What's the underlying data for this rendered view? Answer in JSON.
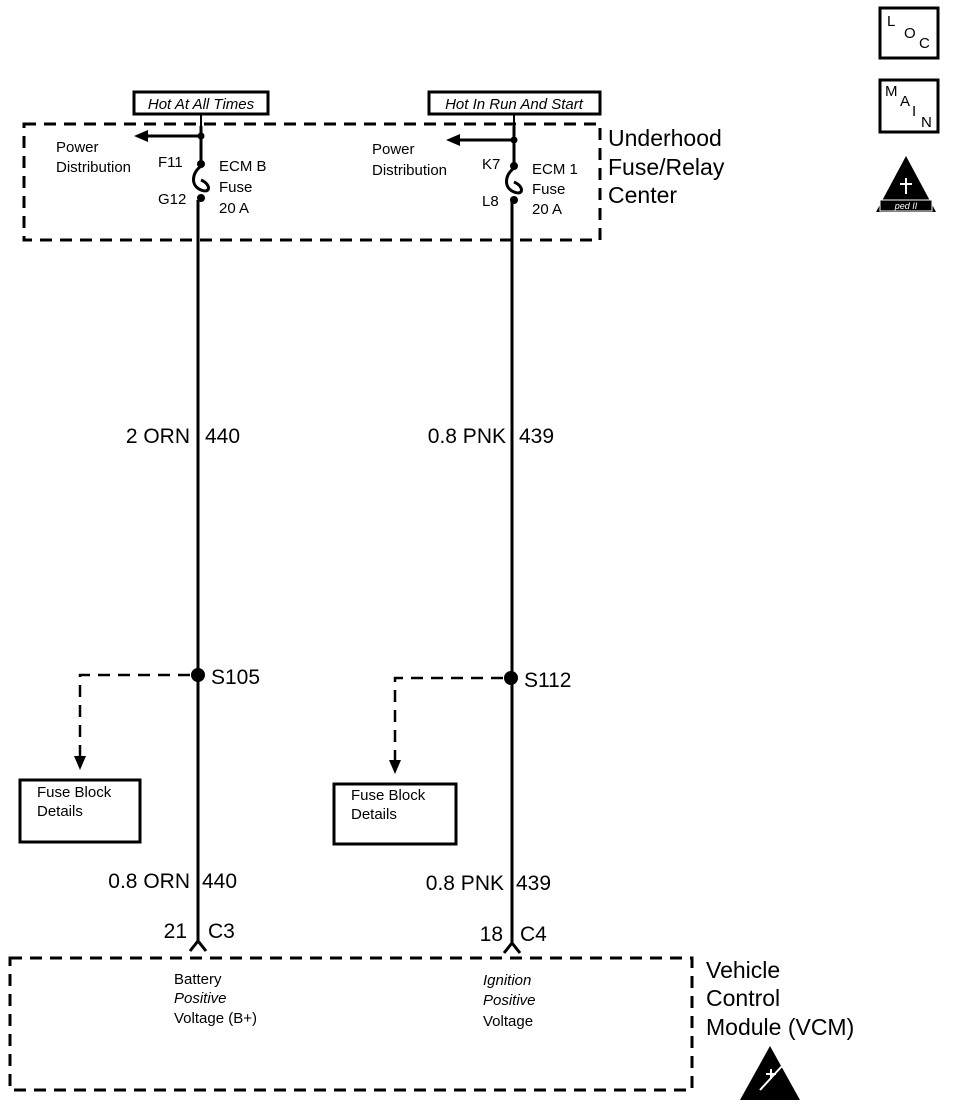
{
  "icons": {
    "loc": {
      "l1": "L",
      "l2": "O",
      "l3": "C"
    },
    "main": {
      "l1": "M",
      "l2": "A",
      "l3": "I",
      "l4": "N"
    },
    "esd_top": {
      "caption": "ped II"
    }
  },
  "ufrc": {
    "name_line1": "Underhood",
    "name_line2": "Fuse/Relay",
    "name_line3": "Center",
    "left": {
      "hot_label": "Hot At All Times",
      "power_line1": "Power",
      "power_line2": "Distribution",
      "pin_in": "F11",
      "pin_out": "G12",
      "fuse_line1": "ECM B",
      "fuse_line2": "Fuse",
      "fuse_line3": "20 A"
    },
    "right": {
      "hot_label": "Hot In Run And Start",
      "power_line1": "Power",
      "power_line2": "Distribution",
      "pin_in": "K7",
      "pin_out": "L8",
      "fuse_line1": "ECM 1",
      "fuse_line2": "Fuse",
      "fuse_line3": "20 A"
    }
  },
  "circuits": {
    "left": {
      "upper_size_color": "2 ORN",
      "upper_circuit": "440",
      "splice": "S105",
      "lower_size_color": "0.8 ORN",
      "lower_circuit": "440",
      "pin": "21",
      "connector": "C3",
      "fuse_block_line1": "Fuse Block",
      "fuse_block_line2": "Details"
    },
    "right": {
      "upper_size_color": "0.8 PNK",
      "upper_circuit": "439",
      "splice": "S112",
      "lower_size_color": "0.8 PNK",
      "lower_circuit": "439",
      "pin": "18",
      "connector": "C4",
      "fuse_block_line1": "Fuse Block",
      "fuse_block_line2": "Details"
    }
  },
  "vcm": {
    "name_line1": "Vehicle",
    "name_line2": "Control",
    "name_line3": "Module (VCM)",
    "left_line1": "Battery",
    "left_line2": "Positive",
    "left_line3": "Voltage (B+)",
    "right_line1": "Ignition",
    "right_line2": "Positive",
    "right_line3": "Voltage"
  }
}
